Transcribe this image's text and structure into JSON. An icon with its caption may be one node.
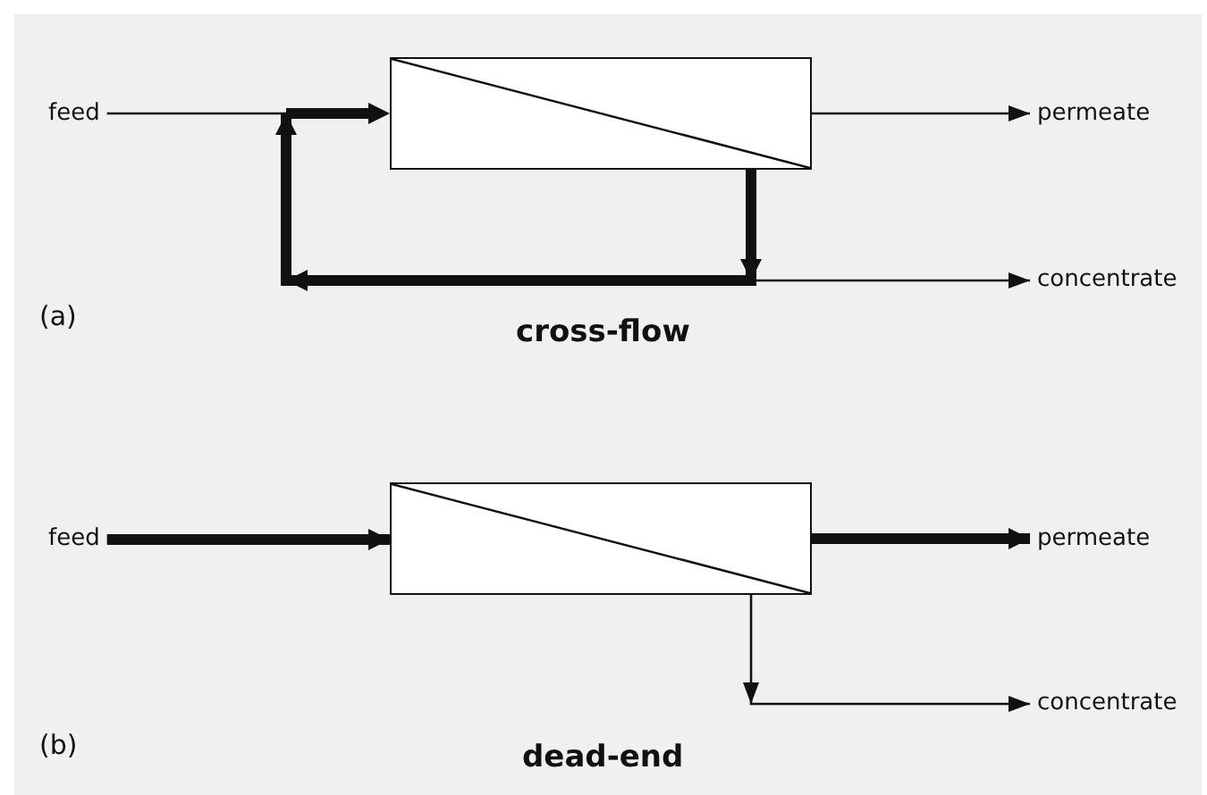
{
  "diagram": {
    "nodes": [
      {
        "text": [
          "feed"
        ]
      },
      {
        "text": [],
        "shape": "box"
      },
      {
        "text": [
          "permeate"
        ]
      },
      {
        "text": [
          "concentrate"
        ]
      },
      {
        "text": [
          "feed"
        ]
      },
      {
        "text": [],
        "shape": "box"
      },
      {
        "text": [
          "permeate"
        ]
      },
      {
        "text": [
          "concentrate"
        ]
      }
    ],
    "edges": [
      {
        "from": 0,
        "to": 1,
        "arrow": "to"
      },
      {
        "from": 1,
        "to": 2,
        "arrow": "to"
      },
      {
        "from": 1,
        "to": 3,
        "arrow": "to"
      },
      {
        "from": 1,
        "to": 1,
        "arrow": "to",
        "style": "thick"
      },
      {
        "from": 4,
        "to": 5,
        "arrow": "to",
        "style": "thick"
      },
      {
        "from": 5,
        "to": 6,
        "arrow": "to",
        "style": "thick"
      },
      {
        "from": 5,
        "to": 7,
        "arrow": "to"
      }
    ],
    "labels": [
      "(a)",
      "cross-flow",
      "(b)",
      "dead-end"
    ]
  }
}
